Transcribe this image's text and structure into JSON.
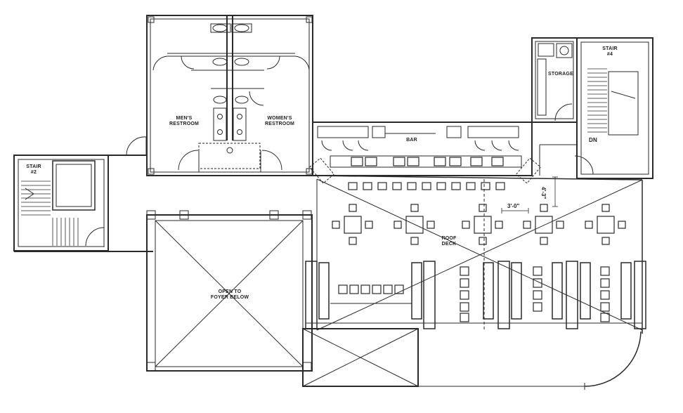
{
  "labels": {
    "mens_restroom": [
      "MEN'S",
      "RESTROOM"
    ],
    "womens_restroom": [
      "WOMEN'S",
      "RESTROOM"
    ],
    "storage": "STORAGE",
    "stair_4": [
      "STAIR",
      "#4"
    ],
    "stair_2": [
      "STAIR",
      "#2"
    ],
    "down": "DN",
    "bar": "BAR",
    "roof_deck": [
      "ROOF",
      "DECK"
    ],
    "open_to_foyer": [
      "OPEN TO",
      "FOYER BELOW"
    ]
  },
  "dimensions": {
    "bar_clearance": "4'-3\"",
    "table_spacing": "3'-0\""
  },
  "colors": {
    "ink": "#2a2a2a",
    "background": "#ffffff"
  }
}
